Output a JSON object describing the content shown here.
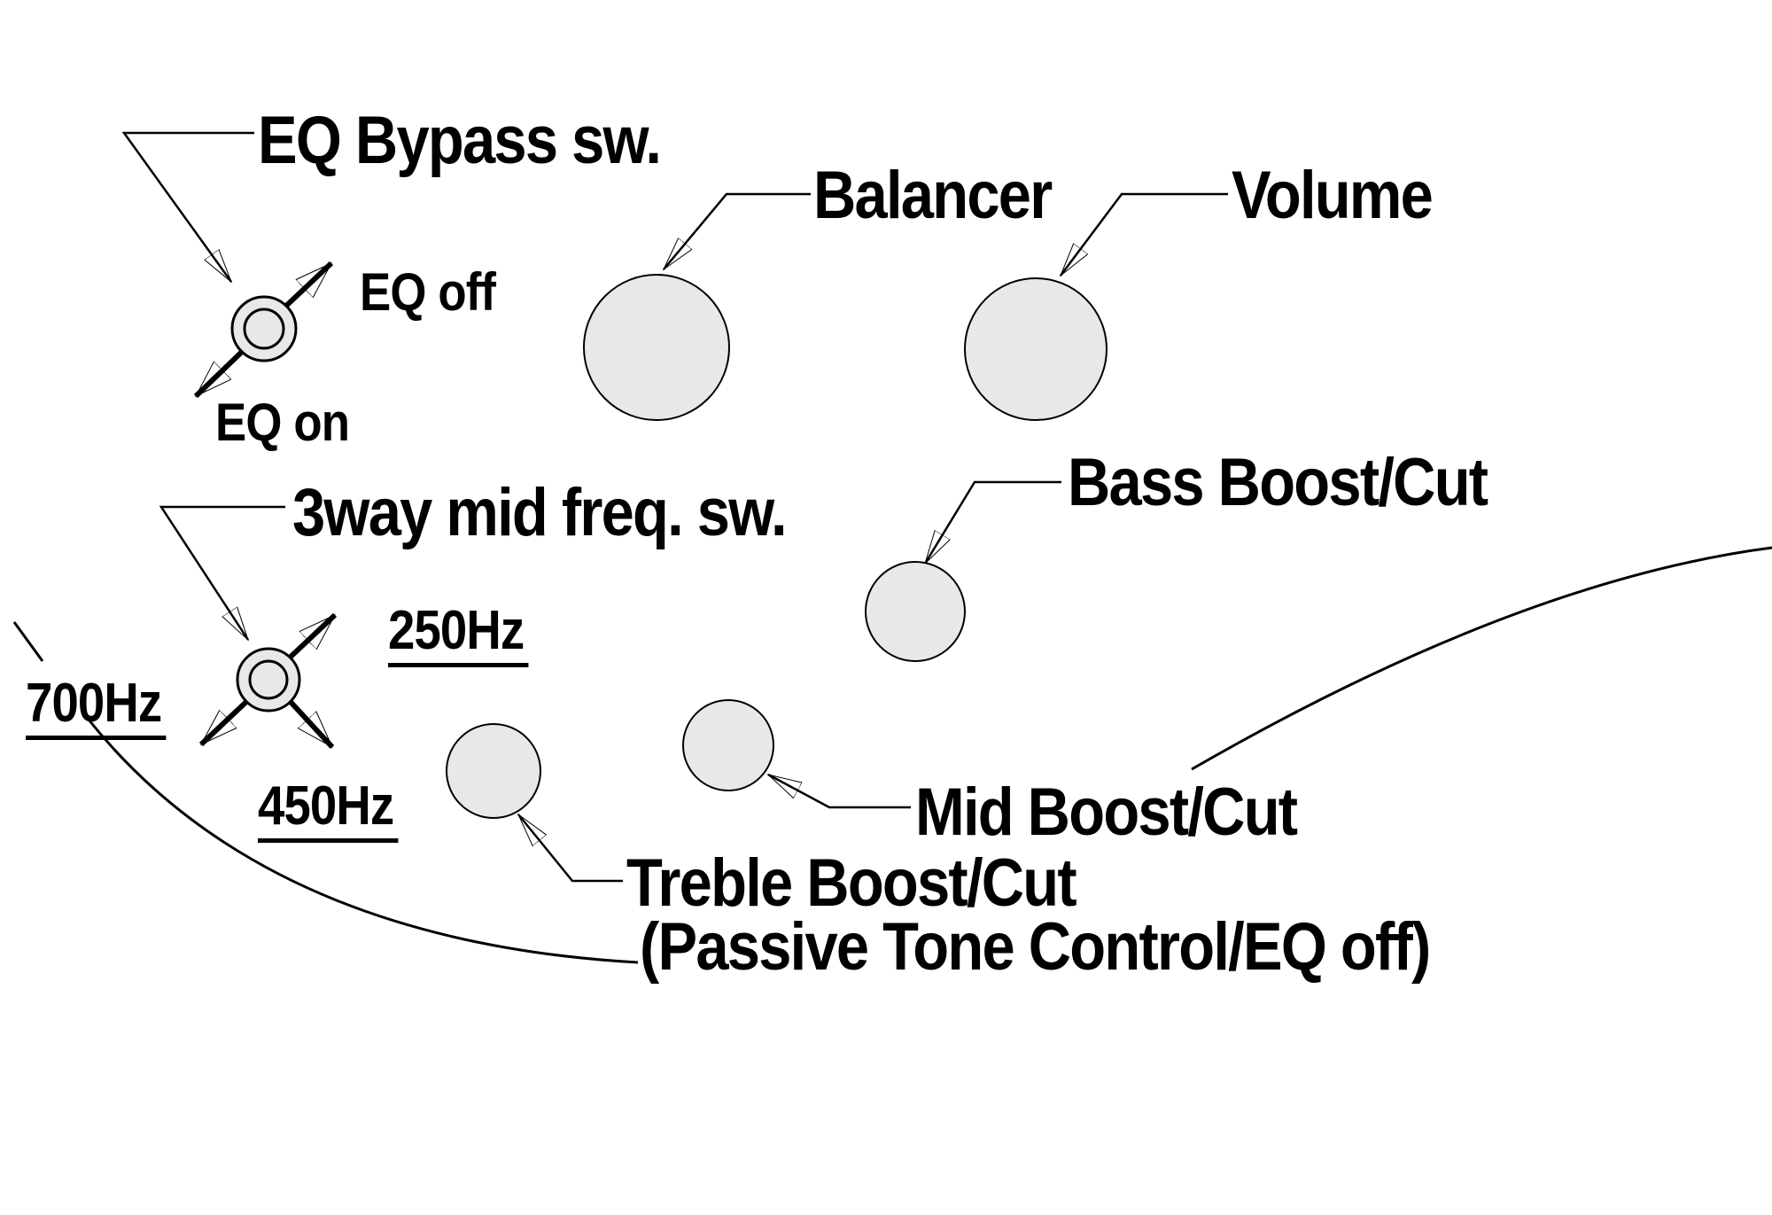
{
  "colors": {
    "background": "#ffffff",
    "knob_fill": "#e8e8e8",
    "line": "#000000",
    "text": "#000000"
  },
  "labels": {
    "eq_bypass_switch": "EQ Bypass sw.",
    "eq_off": "EQ off",
    "eq_on": "EQ on",
    "balancer": "Balancer",
    "volume": "Volume",
    "bass_boost_cut": "Bass Boost/Cut",
    "mid_freq_switch": "3way mid freq. sw.",
    "freq_250": "250Hz",
    "freq_700": "700Hz",
    "freq_450": "450Hz",
    "mid_boost_cut": "Mid Boost/Cut",
    "treble_boost_cut": "Treble Boost/Cut",
    "treble_boost_cut_note": "(Passive Tone Control/EQ off)"
  },
  "controls": [
    {
      "name": "eq-bypass-switch",
      "type": "toggle-switch",
      "positions": [
        "EQ off",
        "EQ on"
      ]
    },
    {
      "name": "balancer-knob",
      "type": "knob",
      "label": "Balancer"
    },
    {
      "name": "volume-knob",
      "type": "knob",
      "label": "Volume"
    },
    {
      "name": "bass-boost-cut-knob",
      "type": "knob",
      "label": "Bass Boost/Cut"
    },
    {
      "name": "mid-freq-switch",
      "type": "3-way-switch",
      "positions": [
        "250Hz",
        "450Hz",
        "700Hz"
      ]
    },
    {
      "name": "mid-boost-cut-knob",
      "type": "knob",
      "label": "Mid Boost/Cut"
    },
    {
      "name": "treble-boost-cut-knob",
      "type": "knob",
      "label": "Treble Boost/Cut (Passive Tone Control/EQ off)"
    }
  ]
}
